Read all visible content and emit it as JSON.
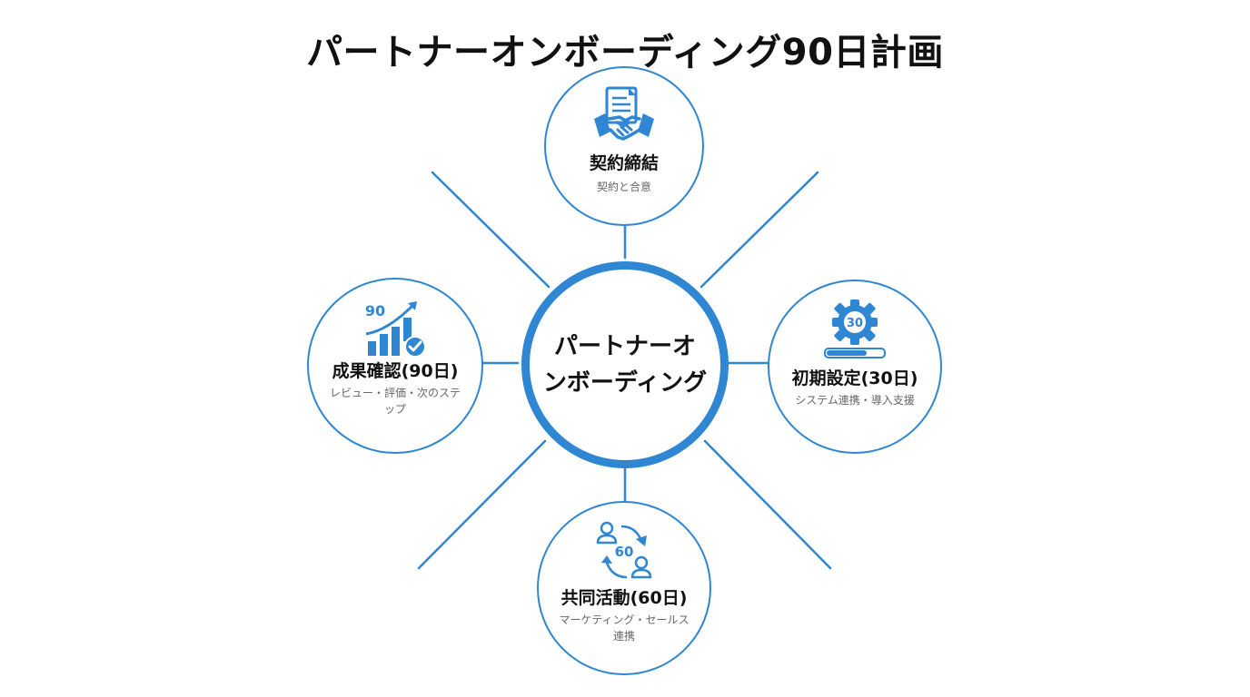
{
  "title": "パートナーオンボーディング90日計画",
  "center": {
    "line1": "パートナーオ",
    "line2": "ンボーディング"
  },
  "nodes": {
    "contract": {
      "label": "契約締結",
      "desc": "契約と合意",
      "icon": "handshake-document-icon"
    },
    "setup": {
      "label": "初期設定(30日)",
      "desc": "システム連携・導入支援",
      "icon": "gear-progress-icon",
      "icon_text": "30"
    },
    "joint": {
      "label": "共同活動(60日)",
      "desc": "マーケティング・セールス連携",
      "icon": "people-cycle-icon",
      "icon_text": "60"
    },
    "review": {
      "label": "成果確認(90日)",
      "desc": "レビュー・評価・次のステップ",
      "icon": "growth-chart-check-icon",
      "icon_text": "90"
    }
  },
  "colors": {
    "accent": "#2f86d2",
    "text": "#111111",
    "subtext": "#666666"
  }
}
